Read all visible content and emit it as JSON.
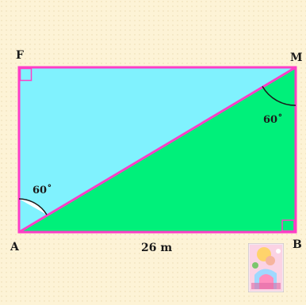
{
  "diagram": {
    "vertices": {
      "f": "F",
      "m": "M",
      "a": "A",
      "b": "B"
    },
    "angle_a": "60˚",
    "angle_m": "60˚",
    "base_length": "26 m",
    "colors": {
      "background": "#fdf3d6",
      "upper_triangle": "#80f2fe",
      "lower_triangle": "#00f07a",
      "outline": "#ff3ec6",
      "arc": "#1a1a1a"
    }
  }
}
